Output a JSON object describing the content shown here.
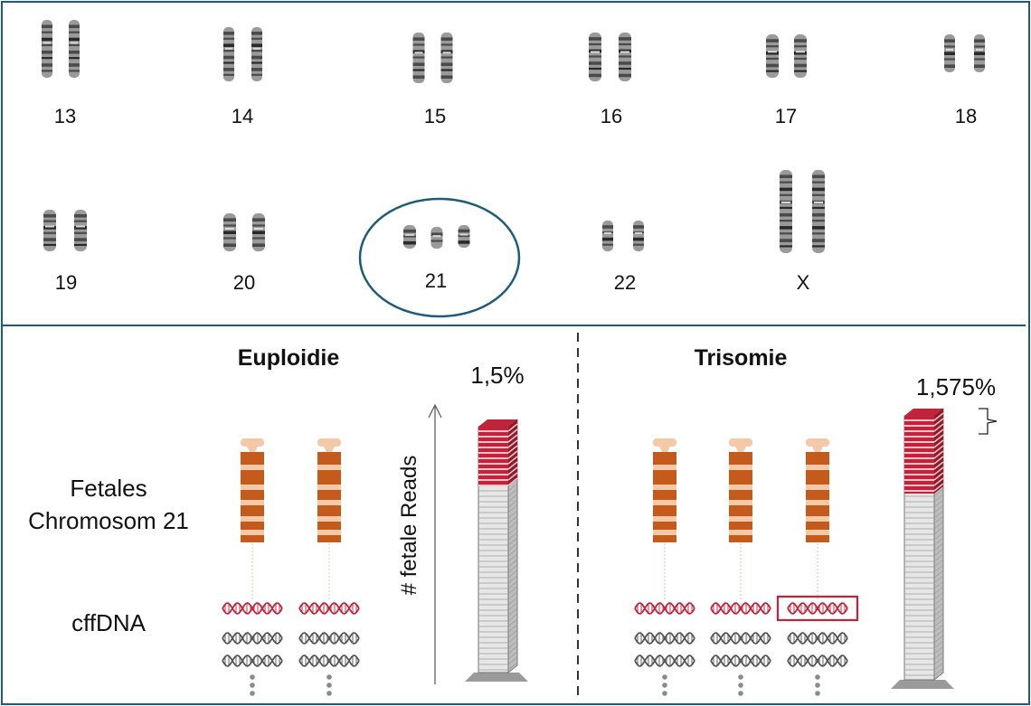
{
  "karyotype": {
    "labels": [
      "13",
      "14",
      "15",
      "16",
      "17",
      "18",
      "19",
      "20",
      "21",
      "22",
      "X"
    ],
    "highlighted": "21"
  },
  "euploidie": {
    "title": "Euploidie",
    "percent": "1,5%",
    "chromosome_count": 2
  },
  "trisomie": {
    "title": "Trisomie",
    "percent": "1,575%",
    "chromosome_count": 3
  },
  "side_labels": {
    "fetal_line1": "Fetales",
    "fetal_line2": "Chromosom 21",
    "cffdna": "cffDNA"
  },
  "axis_label": "# fetale Reads",
  "colors": {
    "frame": "#1e5b7a",
    "chromosome": "#c45a1c",
    "chromosome_band": "#f3c9a8",
    "dna_fetal": "#c0233a",
    "bar_red": "#c0233a",
    "bar_grey": "#e6e6e6"
  }
}
